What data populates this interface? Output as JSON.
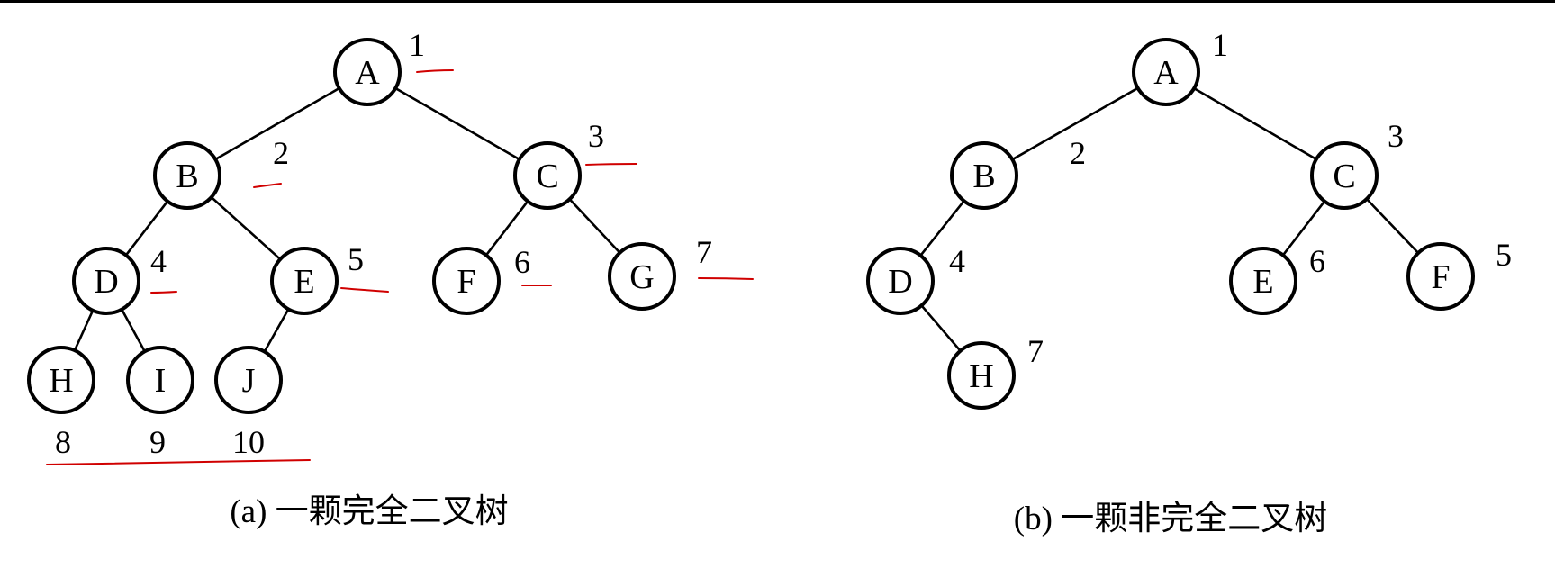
{
  "colors": {
    "ink": "#000000",
    "annotation": "#d00000",
    "background": "#ffffff"
  },
  "tree_a": {
    "caption": "(a) 一颗完全二叉树",
    "nodes": [
      {
        "label": "A",
        "order": "1"
      },
      {
        "label": "B",
        "order": "2"
      },
      {
        "label": "C",
        "order": "3"
      },
      {
        "label": "D",
        "order": "4"
      },
      {
        "label": "E",
        "order": "5"
      },
      {
        "label": "F",
        "order": "6"
      },
      {
        "label": "G",
        "order": "7"
      },
      {
        "label": "H",
        "order": "8"
      },
      {
        "label": "I",
        "order": "9"
      },
      {
        "label": "J",
        "order": "10"
      }
    ],
    "edges": [
      [
        "A",
        "B"
      ],
      [
        "A",
        "C"
      ],
      [
        "B",
        "D"
      ],
      [
        "B",
        "E"
      ],
      [
        "C",
        "F"
      ],
      [
        "C",
        "G"
      ],
      [
        "D",
        "H"
      ],
      [
        "D",
        "I"
      ],
      [
        "E",
        "J"
      ]
    ]
  },
  "tree_b": {
    "caption": "(b) 一颗非完全二叉树",
    "nodes": [
      {
        "label": "A",
        "order": "1"
      },
      {
        "label": "B",
        "order": "2"
      },
      {
        "label": "C",
        "order": "3"
      },
      {
        "label": "D",
        "order": "4"
      },
      {
        "label": "E",
        "order": "6"
      },
      {
        "label": "F",
        "order": "5"
      },
      {
        "label": "H",
        "order": "7"
      }
    ],
    "edges": [
      [
        "A",
        "B"
      ],
      [
        "A",
        "C"
      ],
      [
        "B",
        "D"
      ],
      [
        "C",
        "E"
      ],
      [
        "C",
        "F"
      ],
      [
        "D",
        "H"
      ]
    ]
  }
}
